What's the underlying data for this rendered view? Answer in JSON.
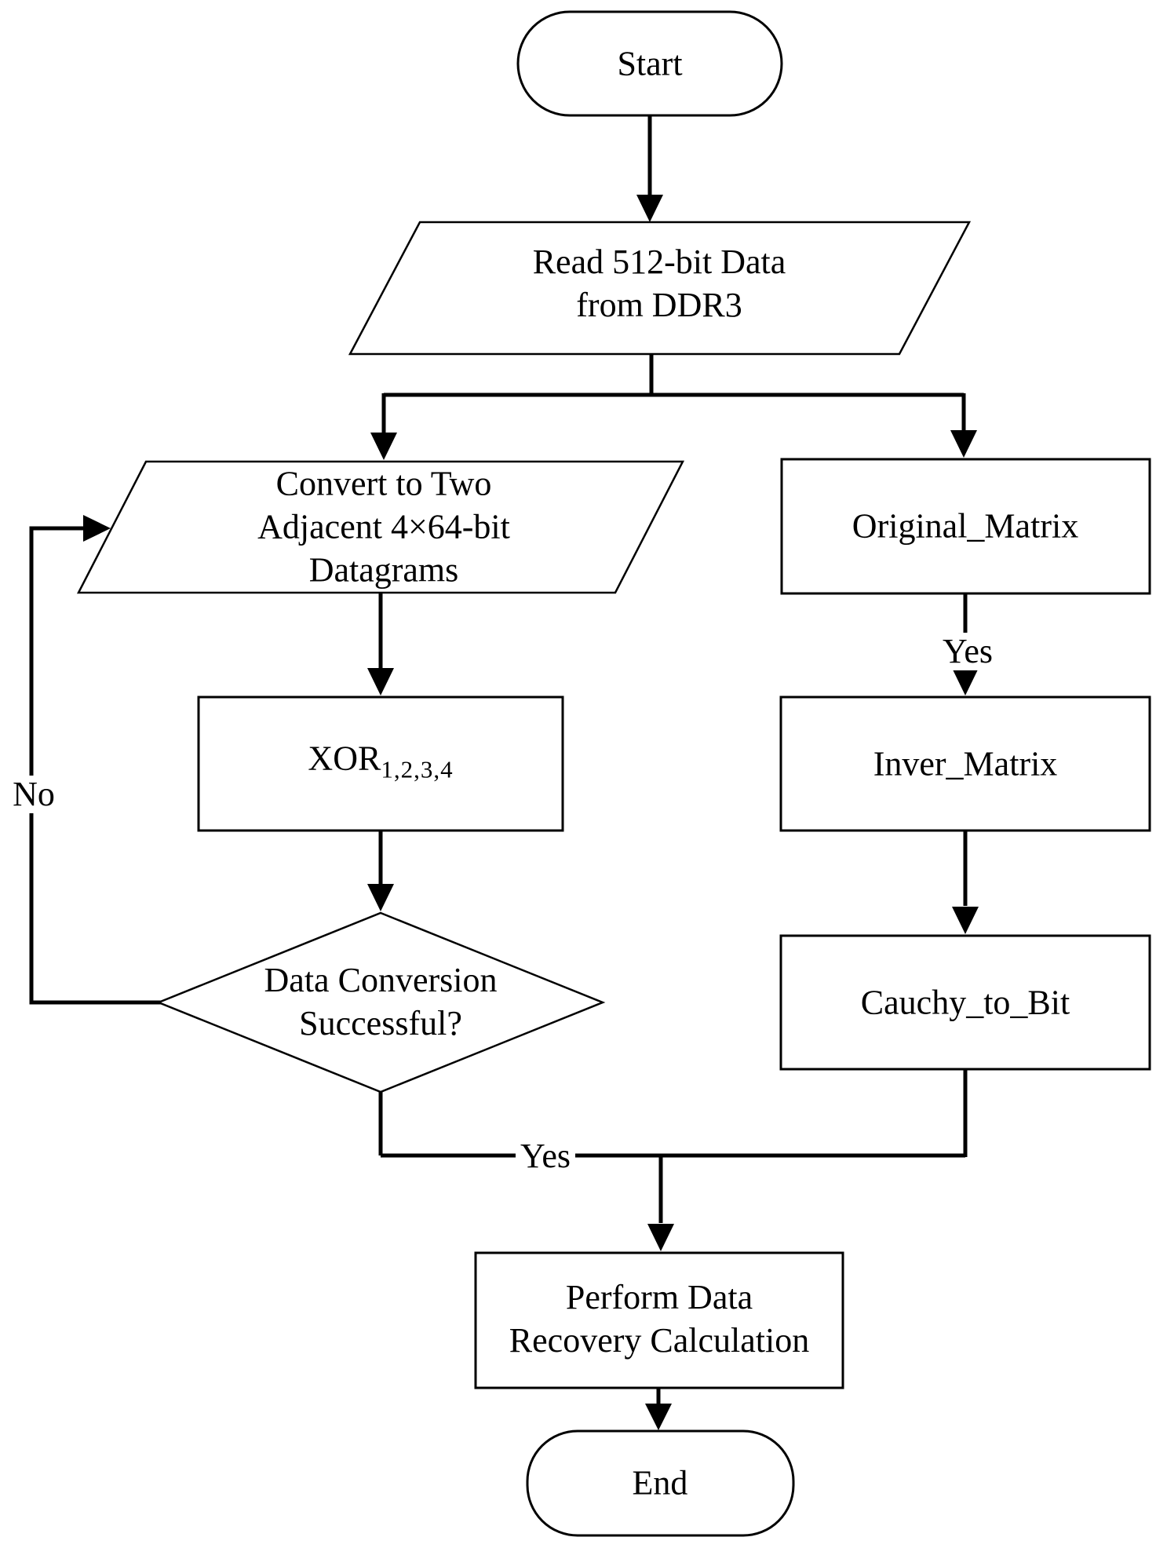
{
  "flowchart": {
    "nodes": {
      "start": {
        "label": "Start",
        "type": "terminator"
      },
      "read_ddr3": {
        "lines": [
          "Read 512-bit Data",
          "from DDR3"
        ],
        "type": "input-output"
      },
      "convert_datagrams": {
        "lines": [
          "Convert to Two",
          "Adjacent 4×64-bit",
          "Datagrams"
        ],
        "type": "input-output"
      },
      "xor": {
        "base": "XOR",
        "subscript": "1,2,3,4",
        "type": "process"
      },
      "decision": {
        "lines": [
          "Data Conversion",
          "Successful?"
        ],
        "type": "decision"
      },
      "original_matrix": {
        "label": "Original_Matrix",
        "type": "process"
      },
      "inver_matrix": {
        "label": "Inver_Matrix",
        "type": "process"
      },
      "cauchy_to_bit": {
        "label": "Cauchy_to_Bit",
        "type": "process"
      },
      "perform_recovery": {
        "lines": [
          "Perform Data",
          "Recovery Calculation"
        ],
        "type": "process"
      },
      "end": {
        "label": "End",
        "type": "terminator"
      }
    },
    "edge_labels": {
      "no": "No",
      "yes_matrix": "Yes",
      "yes_decision": "Yes"
    },
    "colors": {
      "stroke": "#000000",
      "background": "#ffffff"
    }
  }
}
